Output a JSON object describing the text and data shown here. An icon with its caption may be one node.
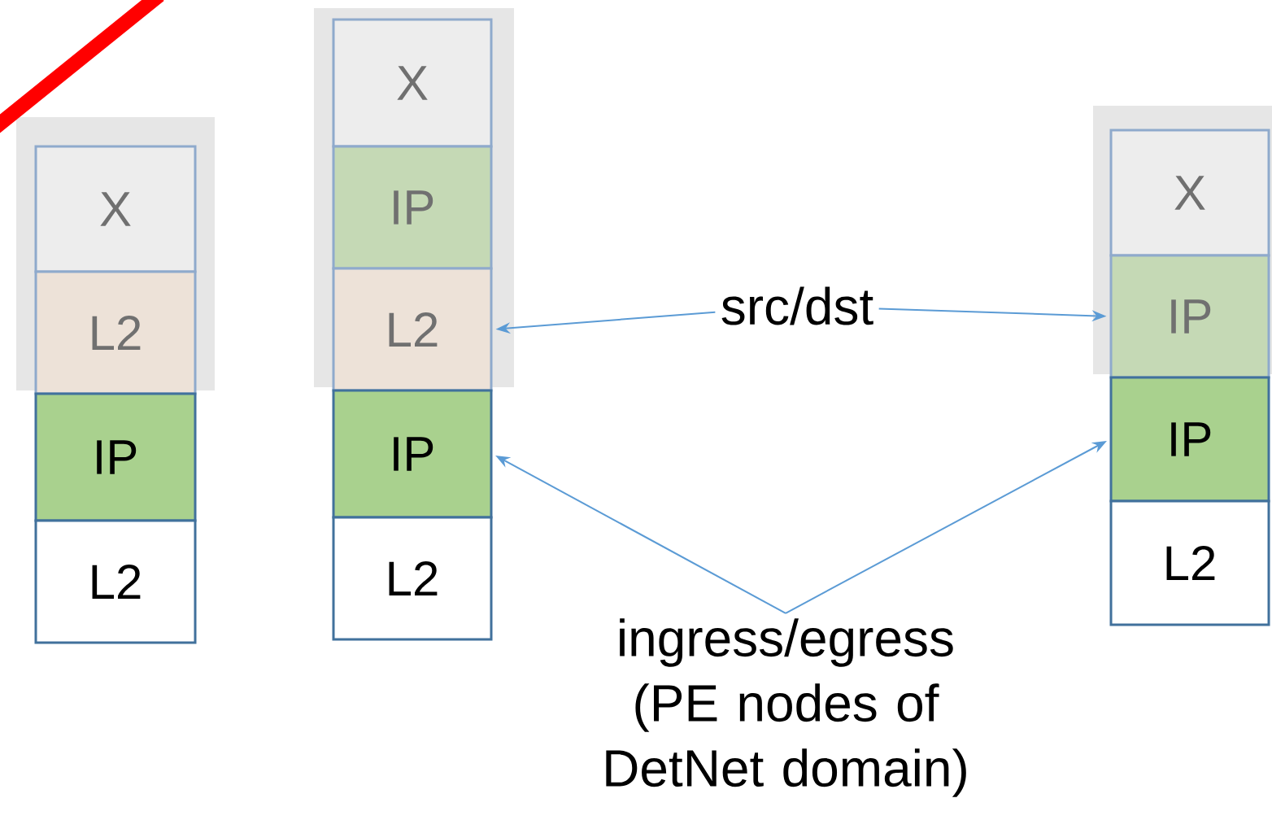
{
  "diagram": {
    "nodes": [
      {
        "text": [
          "X"
        ]
      },
      {
        "text": [
          "L2"
        ]
      },
      {
        "text": [
          "IP"
        ]
      },
      {
        "text": [
          "L2"
        ]
      },
      {
        "text": [
          "X"
        ]
      },
      {
        "text": [
          "IP"
        ]
      },
      {
        "text": [
          "L2"
        ]
      },
      {
        "text": [
          "IP"
        ]
      },
      {
        "text": [
          "L2"
        ]
      },
      {
        "text": [
          "src/dst"
        ]
      },
      {
        "text": [
          "X"
        ]
      },
      {
        "text": [
          "IP"
        ]
      },
      {
        "text": [
          "IP"
        ]
      },
      {
        "text": [
          "L2"
        ]
      },
      {
        "text": [
          "ingress/egress (PE nodes of DetNet domain)"
        ]
      }
    ],
    "edges": [
      {
        "from": 9,
        "to": 6,
        "arrow": "to"
      },
      {
        "from": 9,
        "to": 11,
        "arrow": "to"
      },
      {
        "from": 14,
        "to": 7,
        "arrow": "to"
      },
      {
        "from": 14,
        "to": 12,
        "arrow": "to"
      }
    ]
  }
}
